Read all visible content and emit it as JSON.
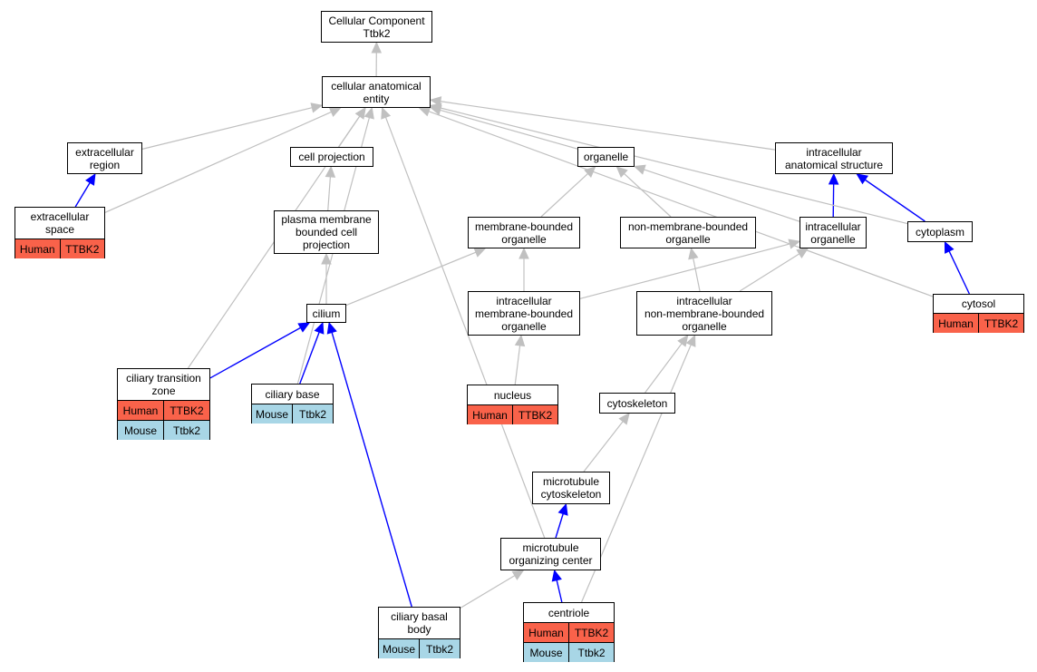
{
  "diagram": {
    "colors": {
      "is_a": "#c0c0c0",
      "part_of": "#0000ff",
      "human": "#f9624a",
      "mouse": "#a8d6e6"
    },
    "nodes": {
      "root": {
        "label": "Cellular Component\nTtbk2"
      },
      "cae": {
        "label": "cellular anatomical\nentity"
      },
      "exreg": {
        "label": "extracellular\nregion"
      },
      "cproj": {
        "label": "cell projection"
      },
      "org": {
        "label": "organelle"
      },
      "ias": {
        "label": "intracellular\nanatomical structure"
      },
      "exsp": {
        "label": "extracellular\nspace",
        "human": [
          "Human",
          "TTBK2"
        ]
      },
      "pmbcp": {
        "label": "plasma membrane\nbounded cell\nprojection"
      },
      "mbo": {
        "label": "membrane-bounded\norganelle"
      },
      "nmbo": {
        "label": "non-membrane-bounded\norganelle"
      },
      "io": {
        "label": "intracellular\norganelle"
      },
      "cyto": {
        "label": "cytoplasm"
      },
      "cil": {
        "label": "cilium"
      },
      "imbo": {
        "label": "intracellular\nmembrane-bounded\norganelle"
      },
      "inmbo": {
        "label": "intracellular\nnon-membrane-bounded\norganelle"
      },
      "cytosol": {
        "label": "cytosol",
        "human": [
          "Human",
          "TTBK2"
        ]
      },
      "ctz": {
        "label": "ciliary transition\nzone",
        "human": [
          "Human",
          "TTBK2"
        ],
        "mouse": [
          "Mouse",
          "Ttbk2"
        ]
      },
      "cb": {
        "label": "ciliary base",
        "mouse": [
          "Mouse",
          "Ttbk2"
        ]
      },
      "nuc": {
        "label": "nucleus",
        "human": [
          "Human",
          "TTBK2"
        ]
      },
      "csk": {
        "label": "cytoskeleton"
      },
      "mtc": {
        "label": "microtubule\ncytoskeleton"
      },
      "mtoc": {
        "label": "microtubule\norganizing center"
      },
      "cbb": {
        "label": "ciliary basal\nbody",
        "mouse": [
          "Mouse",
          "Ttbk2"
        ]
      },
      "cent": {
        "label": "centriole",
        "human": [
          "Human",
          "TTBK2"
        ],
        "mouse": [
          "Mouse",
          "Ttbk2"
        ]
      }
    },
    "edges": [
      {
        "from": "cae",
        "to": "root",
        "type": "is_a"
      },
      {
        "from": "exreg",
        "to": "cae",
        "type": "is_a"
      },
      {
        "from": "cproj",
        "to": "cae",
        "type": "is_a"
      },
      {
        "from": "org",
        "to": "cae",
        "type": "is_a"
      },
      {
        "from": "ias",
        "to": "cae",
        "type": "is_a"
      },
      {
        "from": "exsp",
        "to": "cae",
        "type": "is_a"
      },
      {
        "from": "exsp",
        "to": "exreg",
        "type": "part_of"
      },
      {
        "from": "pmbcp",
        "to": "cproj",
        "type": "is_a"
      },
      {
        "from": "mbo",
        "to": "org",
        "type": "is_a"
      },
      {
        "from": "nmbo",
        "to": "org",
        "type": "is_a"
      },
      {
        "from": "io",
        "to": "org",
        "type": "is_a"
      },
      {
        "from": "io",
        "to": "ias",
        "type": "part_of"
      },
      {
        "from": "cyto",
        "to": "ias",
        "type": "part_of"
      },
      {
        "from": "cyto",
        "to": "cae",
        "type": "is_a"
      },
      {
        "from": "cil",
        "to": "pmbcp",
        "type": "is_a"
      },
      {
        "from": "cil",
        "to": "mbo",
        "type": "is_a"
      },
      {
        "from": "imbo",
        "to": "mbo",
        "type": "is_a"
      },
      {
        "from": "imbo",
        "to": "io",
        "type": "is_a"
      },
      {
        "from": "inmbo",
        "to": "nmbo",
        "type": "is_a"
      },
      {
        "from": "inmbo",
        "to": "io",
        "type": "is_a"
      },
      {
        "from": "cytosol",
        "to": "cyto",
        "type": "part_of"
      },
      {
        "from": "cytosol",
        "to": "cae",
        "type": "is_a"
      },
      {
        "from": "ctz",
        "to": "cil",
        "type": "part_of"
      },
      {
        "from": "ctz",
        "to": "cae",
        "type": "is_a"
      },
      {
        "from": "cb",
        "to": "cil",
        "type": "part_of"
      },
      {
        "from": "cb",
        "to": "cae",
        "type": "is_a"
      },
      {
        "from": "nuc",
        "to": "imbo",
        "type": "is_a"
      },
      {
        "from": "csk",
        "to": "inmbo",
        "type": "is_a"
      },
      {
        "from": "mtc",
        "to": "csk",
        "type": "is_a"
      },
      {
        "from": "mtoc",
        "to": "mtc",
        "type": "part_of"
      },
      {
        "from": "mtoc",
        "to": "cae",
        "type": "is_a"
      },
      {
        "from": "cbb",
        "to": "cil",
        "type": "part_of"
      },
      {
        "from": "cbb",
        "to": "mtoc",
        "type": "is_a"
      },
      {
        "from": "cent",
        "to": "mtoc",
        "type": "part_of"
      },
      {
        "from": "cent",
        "to": "inmbo",
        "type": "is_a"
      }
    ]
  }
}
